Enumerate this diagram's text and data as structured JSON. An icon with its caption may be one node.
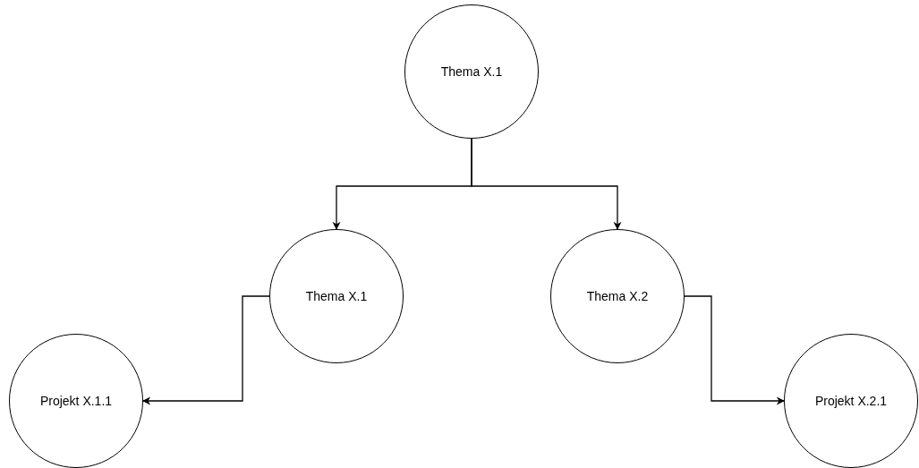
{
  "diagram": {
    "nodes": [
      {
        "text": [
          "Thema X.1"
        ]
      },
      {
        "text": [
          "Thema X.1"
        ]
      },
      {
        "text": [
          "Thema X.2"
        ]
      },
      {
        "text": [
          "Projekt X.1.1"
        ]
      },
      {
        "text": [
          "Projekt X.2.1"
        ]
      }
    ],
    "edges": [
      {
        "from": 0,
        "to": 1,
        "arrow": "to"
      },
      {
        "from": 0,
        "to": 2,
        "arrow": "to"
      },
      {
        "from": 1,
        "to": 3,
        "arrow": "to"
      },
      {
        "from": 2,
        "to": 4,
        "arrow": "to"
      }
    ]
  }
}
